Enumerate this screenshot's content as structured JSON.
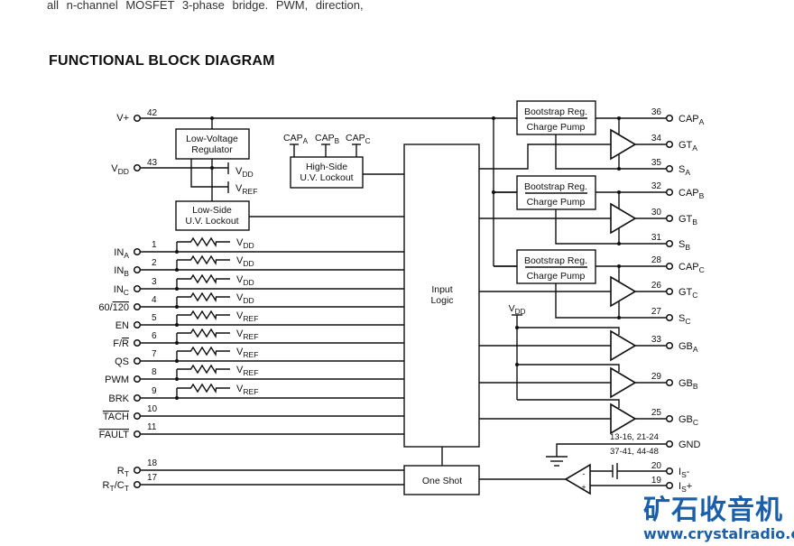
{
  "document": {
    "top_text": "all n-channel MOSFET 3-phase bridge. PWM, direction,",
    "section_title": "FUNCTIONAL BLOCK DIAGRAM"
  },
  "diagram": {
    "blocks": {
      "regulator": [
        "Low-Voltage",
        "Regulator"
      ],
      "low_side_uvlo": [
        "Low-Side",
        "U.V. Lockout"
      ],
      "high_side_uvlo": [
        "High-Side",
        "U.V. Lockout"
      ],
      "input_logic": [
        "Input",
        "Logic"
      ],
      "one_shot": "One Shot",
      "bootstrap": [
        "Bootstrap Reg.",
        "Charge Pump"
      ]
    },
    "supply_pins": [
      {
        "pin": "42",
        "label": "V+",
        "sub": ""
      },
      {
        "pin": "43",
        "label": "V",
        "sub": "DD"
      }
    ],
    "internal_rails": [
      {
        "label": "V",
        "sub": "DD"
      },
      {
        "label": "V",
        "sub": "REF"
      }
    ],
    "cap_inputs": [
      {
        "label": "CAP",
        "sub": "A"
      },
      {
        "label": "CAP",
        "sub": "B"
      },
      {
        "label": "CAP",
        "sub": "C"
      }
    ],
    "input_pins": [
      {
        "pin": "1",
        "label": "IN",
        "sub": "A",
        "over": "",
        "pullup": "V",
        "pullup_sub": "DD"
      },
      {
        "pin": "2",
        "label": "IN",
        "sub": "B",
        "over": "",
        "pullup": "V",
        "pullup_sub": "DD"
      },
      {
        "pin": "3",
        "label": "IN",
        "sub": "C",
        "over": "",
        "pullup": "V",
        "pullup_sub": "DD"
      },
      {
        "pin": "4",
        "label": "60/",
        "sub": "",
        "over": "120",
        "pullup": "V",
        "pullup_sub": "DD"
      },
      {
        "pin": "5",
        "label": "EN",
        "sub": "",
        "over": "",
        "pullup": "V",
        "pullup_sub": "REF"
      },
      {
        "pin": "6",
        "label": "F/",
        "sub": "",
        "over": "R",
        "pullup": "V",
        "pullup_sub": "REF"
      },
      {
        "pin": "7",
        "label": "QS",
        "sub": "",
        "over": "",
        "pullup": "V",
        "pullup_sub": "REF"
      },
      {
        "pin": "8",
        "label": "PWM",
        "sub": "",
        "over": "",
        "pullup": "V",
        "pullup_sub": "REF"
      },
      {
        "pin": "9",
        "label": "BRK",
        "sub": "",
        "over": "",
        "pullup": "V",
        "pullup_sub": "REF"
      },
      {
        "pin": "10",
        "label": "",
        "sub": "",
        "over": "TACH",
        "pullup": "",
        "pullup_sub": ""
      },
      {
        "pin": "11",
        "label": "",
        "sub": "",
        "over": "FAULT",
        "pullup": "",
        "pullup_sub": ""
      }
    ],
    "timing_pins": [
      {
        "pin": "18",
        "label": "R",
        "sub": "T",
        "label2": "",
        "sub2": ""
      },
      {
        "pin": "17",
        "label": "R",
        "sub": "T",
        "label2": "/C",
        "sub2": "T"
      }
    ],
    "phases": [
      {
        "cap_pin": "36",
        "cap": "CAP",
        "gt_pin": "34",
        "gt": "GT",
        "s_pin": "35",
        "s": "S",
        "sub": "A"
      },
      {
        "cap_pin": "32",
        "cap": "CAP",
        "gt_pin": "30",
        "gt": "GT",
        "s_pin": "31",
        "s": "S",
        "sub": "B"
      },
      {
        "cap_pin": "28",
        "cap": "CAP",
        "gt_pin": "26",
        "gt": "GT",
        "s_pin": "27",
        "s": "S",
        "sub": "C"
      }
    ],
    "low_side_vdd": {
      "label": "V",
      "sub": "DD"
    },
    "low_side_gates": [
      {
        "pin": "33",
        "label": "GB",
        "sub": "A"
      },
      {
        "pin": "29",
        "label": "GB",
        "sub": "B"
      },
      {
        "pin": "25",
        "label": "GB",
        "sub": "C"
      }
    ],
    "ground": {
      "label": "GND",
      "pins_line1": "13-16, 21-24",
      "pins_line2": "37-41, 44-48"
    },
    "current_sense": [
      {
        "pin": "20",
        "label": "I",
        "sub": "S",
        "suffix": "-"
      },
      {
        "pin": "19",
        "label": "I",
        "sub": "S",
        "suffix": "+"
      }
    ],
    "comparator_signs": [
      "-",
      "+"
    ]
  },
  "watermark": {
    "chinese": "矿石收音机",
    "url": "www.crystalradio.cn"
  },
  "colors": {
    "line": "#111111",
    "watermark": "#1b5faa"
  }
}
